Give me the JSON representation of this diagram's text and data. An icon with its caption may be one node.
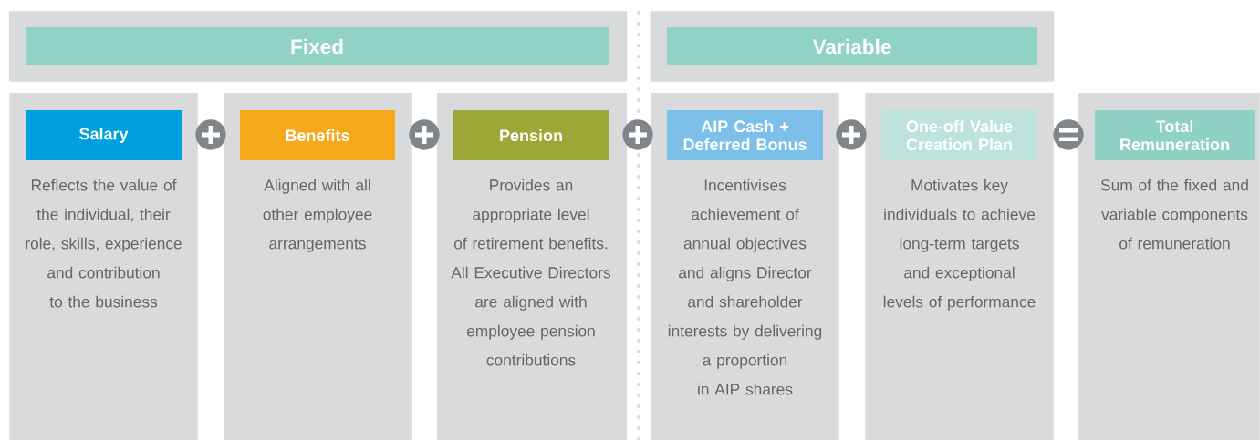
{
  "diagram": {
    "nodes": [
      {
        "text": [
          "Fixed"
        ]
      },
      {
        "text": [
          "Variable"
        ]
      },
      {
        "text": [
          "Salary",
          "Reflects the value of the individual, their role, skills, experience and contribution to the business"
        ]
      },
      {
        "text": [
          "Benefits",
          "Aligned with all other employee arrangements"
        ]
      },
      {
        "text": [
          "Pension",
          "Provides an appropriate level of retirement benefits. All Executive Directors are aligned with employee pension contributions"
        ]
      },
      {
        "text": [
          "AIP Cash + Deferred Bonus",
          "Incentivises achievement of annual objectives and aligns Director and shareholder interests by delivering a proportion in AIP shares"
        ]
      },
      {
        "text": [
          "One-off Value Creation Plan",
          "Motivates key individuals to achieve long-term targets and exceptional levels of performance"
        ]
      },
      {
        "text": [
          "Total Remuneration",
          "Sum of the fixed and variable components of remuneration"
        ]
      }
    ]
  }
}
